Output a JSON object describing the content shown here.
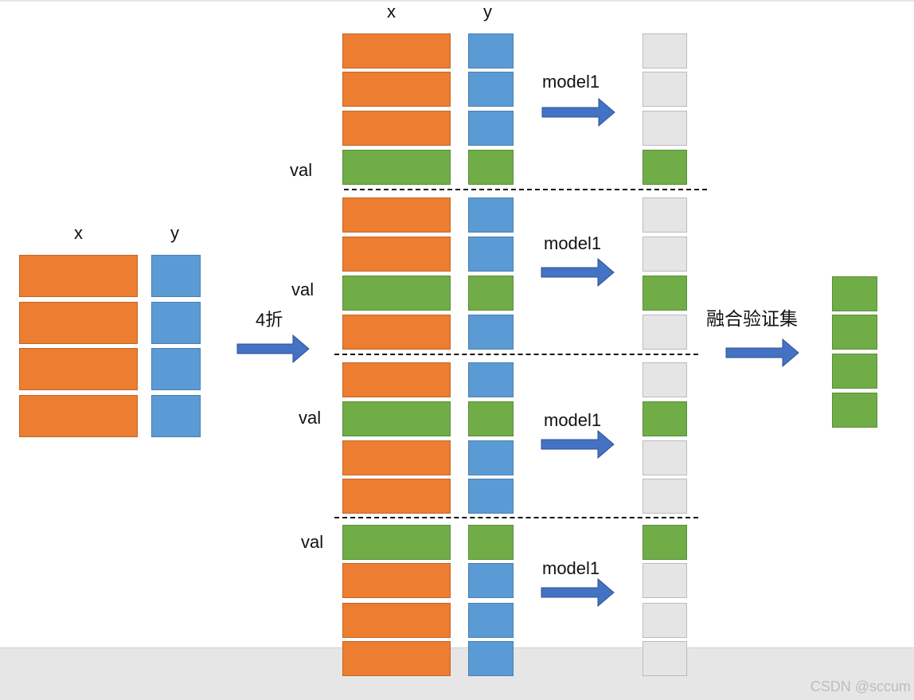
{
  "colors": {
    "train": "#ED7D31",
    "label": "#5B9BD5",
    "validation": "#70AD47",
    "empty": "#E5E5E5",
    "arrow": "#4472C4",
    "text": "#111111",
    "watermark": "#BDBDBD"
  },
  "original": {
    "x_label": "x",
    "y_label": "y",
    "rows": [
      "train",
      "train",
      "train",
      "train"
    ]
  },
  "split": {
    "label": "4折"
  },
  "folds": [
    {
      "x_label": "x",
      "y_label": "y",
      "val_label": "val",
      "model_label": "model1",
      "rows": [
        "train",
        "train",
        "train",
        "val"
      ]
    },
    {
      "val_label": "val",
      "model_label": "model1",
      "rows": [
        "train",
        "train",
        "val",
        "train"
      ]
    },
    {
      "val_label": "val",
      "model_label": "model1",
      "rows": [
        "train",
        "val",
        "train",
        "train"
      ]
    },
    {
      "val_label": "val",
      "model_label": "model1",
      "rows": [
        "val",
        "train",
        "train",
        "train"
      ]
    }
  ],
  "merge": {
    "label": "融合验证集",
    "rows": [
      "val",
      "val",
      "val",
      "val"
    ]
  },
  "watermark": "CSDN @sccum"
}
